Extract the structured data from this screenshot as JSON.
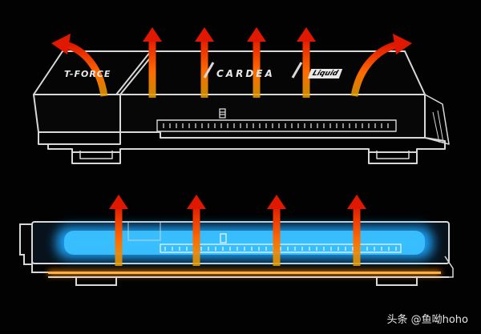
{
  "brand": {
    "left": "T-FORCE",
    "center": "CARDEA",
    "right": "Liquid"
  },
  "watermark": "头条 @鱼呦hoho",
  "colors": {
    "outline": "#d8d8d8",
    "arrow_top": "#ff8a1c",
    "arrow_bottom": "#d21c00",
    "coolant": "#18a8ff",
    "heat_strip": "#ff8a00"
  }
}
